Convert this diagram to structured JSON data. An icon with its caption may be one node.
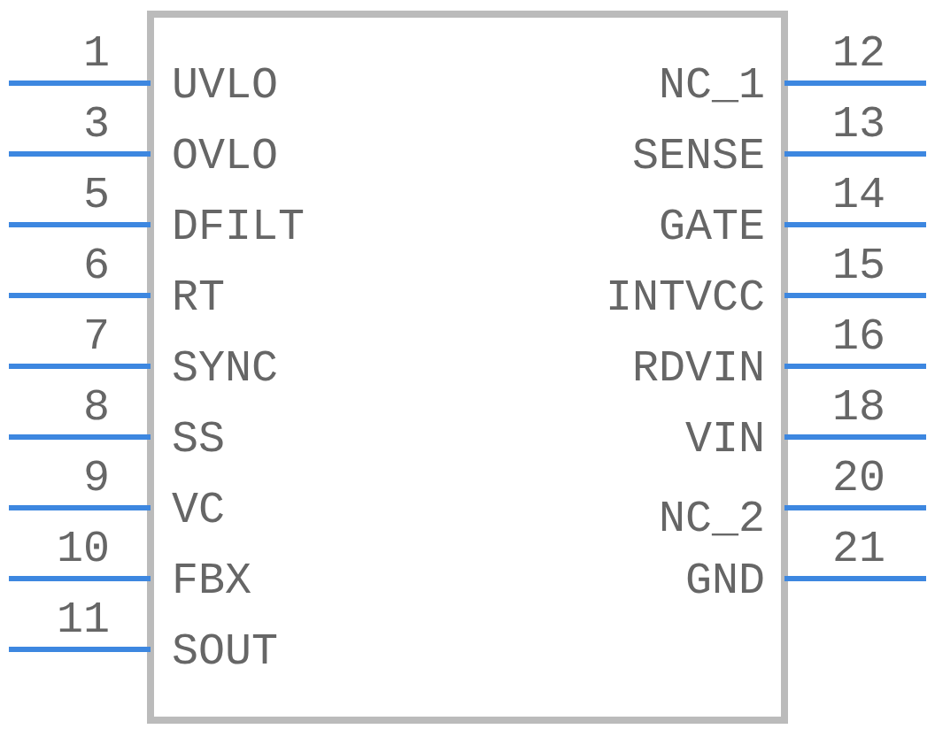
{
  "diagram": {
    "labels": [
      "1",
      "UVLO",
      "3",
      "OVLO",
      "5",
      "DFILT",
      "6",
      "RT",
      "7",
      "SYNC",
      "8",
      "SS",
      "9",
      "VC",
      "10",
      "FBX",
      "11",
      "SOUT",
      "12",
      "NC_1",
      "13",
      "SENSE",
      "14",
      "GATE",
      "15",
      "INTVCC",
      "16",
      "RDVIN",
      "18",
      "VIN",
      "20",
      "NC_2",
      "21",
      "GND"
    ]
  }
}
